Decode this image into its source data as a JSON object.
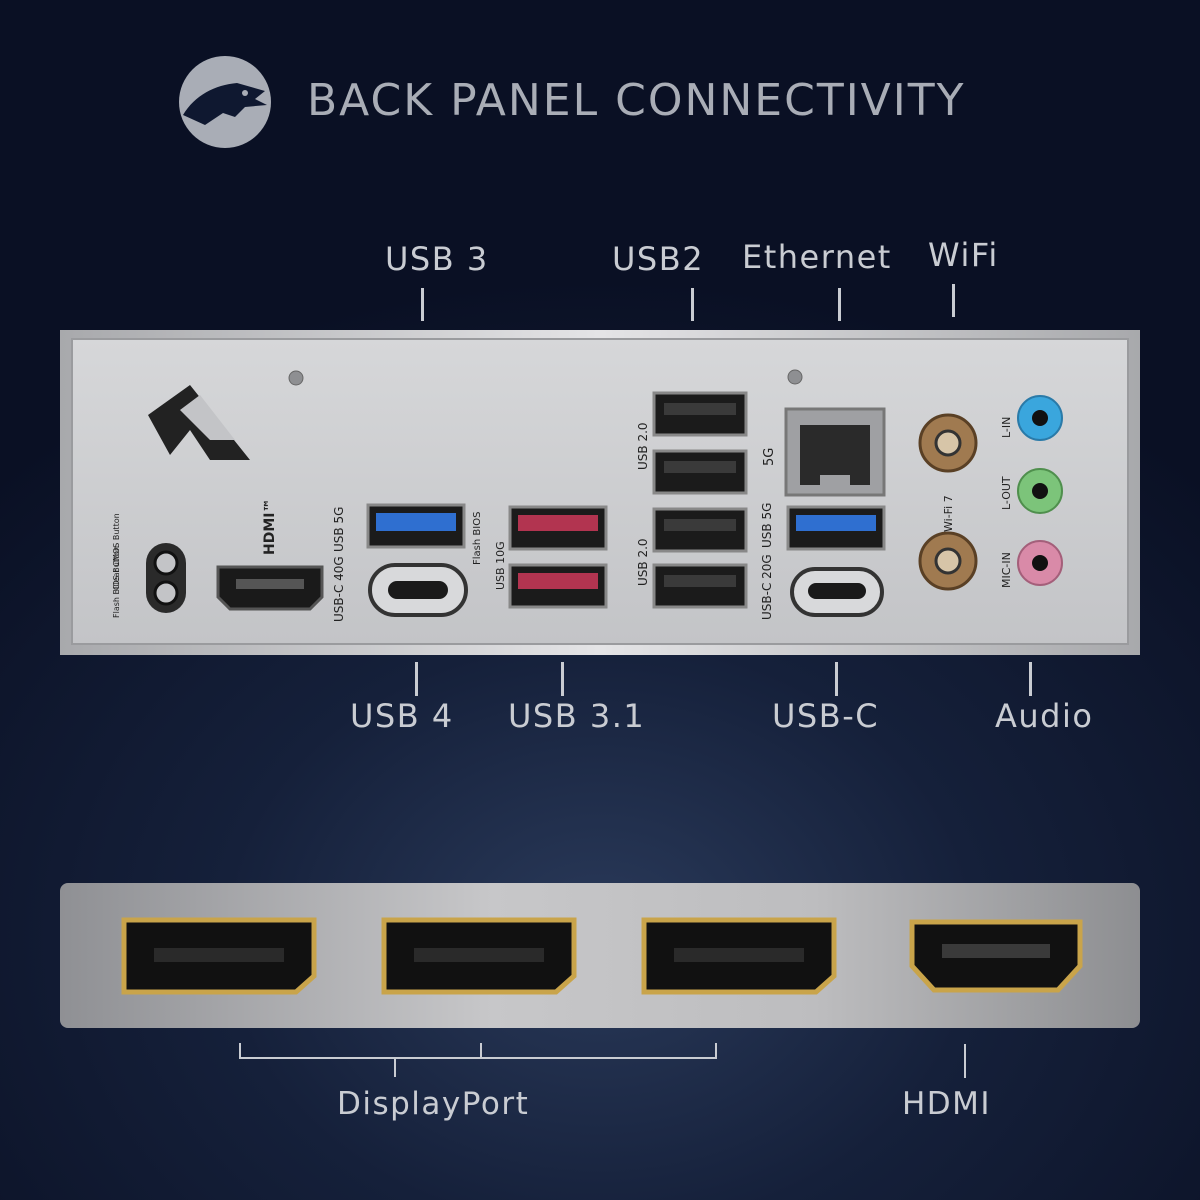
{
  "header": {
    "title": "BACK PANEL CONNECTIVITY",
    "logo_icon": "dragon-logo-icon"
  },
  "top_labels": {
    "usb3": "USB 3",
    "usb2": "USB2",
    "ethernet": "Ethernet",
    "wifi": "WiFi"
  },
  "bottom_labels": {
    "usb4": "USB 4",
    "usb31": "USB 3.1",
    "usbc": "USB-C",
    "audio": "Audio"
  },
  "panel_text": {
    "hdmi_logo": "HDMI™",
    "clear_cmos": "Clear CMOS Button",
    "flash_bios_btn": "Flash BIOS Button",
    "usb_5g_a": "USB 5G",
    "usb_c_40g": "USB-C 40G",
    "flash_bios": "Flash BIOS",
    "usb_10g": "USB 10G",
    "usb20_a": "USB 2.0",
    "usb20_b": "USB 2.0",
    "g5": "5G",
    "usb_5g_b": "USB 5G",
    "usb_c_20g": "USB-C 20G",
    "wifi7": "Wi-Fi 7",
    "l_in": "L-IN",
    "l_out": "L-OUT",
    "mic_in": "MIC-IN"
  },
  "display_labels": {
    "displayport": "DisplayPort",
    "hdmi": "HDMI"
  },
  "colors": {
    "background": "#0f1830",
    "label": "#c9ccd2",
    "title": "#a9adb6",
    "usb3_blue": "#2f6fd0",
    "usb31_red": "#b23450",
    "audio_blue": "#3aa6dd",
    "audio_green": "#7cc47a",
    "audio_pink": "#d98aa8",
    "gold": "#c9a44a"
  }
}
